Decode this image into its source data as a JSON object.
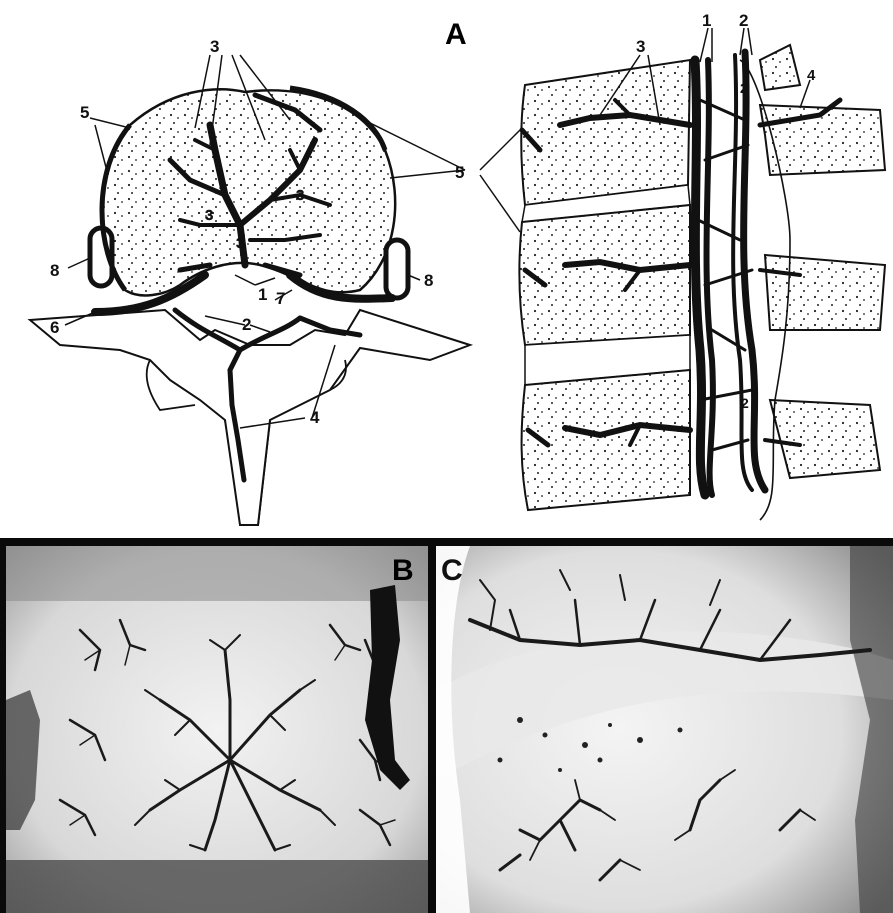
{
  "panels": {
    "a": {
      "letter": "A"
    },
    "b": {
      "letter": "B"
    },
    "c": {
      "letter": "C"
    }
  },
  "labels": {
    "n1": "1",
    "n2": "2",
    "n3": "3",
    "n4": "4",
    "n5": "5",
    "n6": "6",
    "n7": "7",
    "n8": "8"
  },
  "colors": {
    "ink": "#111111",
    "paper": "#ffffff",
    "frame": "#0a0a0a",
    "radiograph_bg": "#dcdcdc"
  }
}
